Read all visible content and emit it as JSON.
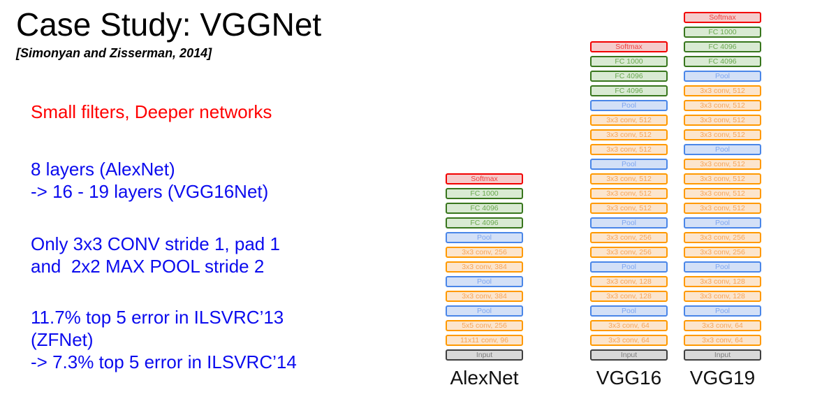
{
  "slide": {
    "title": "Case Study: VGGNet",
    "citation": "[Simonyan and Zisserman, 2014]",
    "notes": [
      {
        "color": "red",
        "lines": [
          "Small filters, Deeper networks"
        ]
      },
      {
        "color": "blue",
        "lines": [
          "8 layers (AlexNet)",
          "-> 16 - 19 layers (VGG16Net)"
        ]
      },
      {
        "color": "blue",
        "lines": [
          "Only 3x3 CONV stride 1, pad 1",
          "and  2x2 MAX POOL stride 2"
        ]
      },
      {
        "color": "blue",
        "lines": [
          "11.7% top 5 error in ILSVRC’13",
          "(ZFNet)",
          "-> 7.3% top 5 error in ILSVRC’14"
        ]
      }
    ]
  },
  "networks": [
    {
      "name": "AlexNet",
      "layers": [
        {
          "label": "Softmax",
          "type": "softmax"
        },
        {
          "label": "FC 1000",
          "type": "fc"
        },
        {
          "label": "FC 4096",
          "type": "fc"
        },
        {
          "label": "FC 4096",
          "type": "fc"
        },
        {
          "label": "Pool",
          "type": "pool"
        },
        {
          "label": "3x3 conv, 256",
          "type": "conv"
        },
        {
          "label": "3x3 conv, 384",
          "type": "conv"
        },
        {
          "label": "Pool",
          "type": "pool"
        },
        {
          "label": "3x3 conv, 384",
          "type": "conv"
        },
        {
          "label": "Pool",
          "type": "pool"
        },
        {
          "label": "5x5 conv, 256",
          "type": "conv"
        },
        {
          "label": "11x11 conv, 96",
          "type": "conv"
        },
        {
          "label": "Input",
          "type": "input"
        }
      ]
    },
    {
      "name": "VGG16",
      "layers": [
        {
          "label": "Softmax",
          "type": "softmax"
        },
        {
          "label": "FC 1000",
          "type": "fc"
        },
        {
          "label": "FC 4096",
          "type": "fc"
        },
        {
          "label": "FC 4096",
          "type": "fc"
        },
        {
          "label": "Pool",
          "type": "pool"
        },
        {
          "label": "3x3 conv, 512",
          "type": "conv"
        },
        {
          "label": "3x3 conv, 512",
          "type": "conv"
        },
        {
          "label": "3x3 conv, 512",
          "type": "conv"
        },
        {
          "label": "Pool",
          "type": "pool"
        },
        {
          "label": "3x3 conv, 512",
          "type": "conv"
        },
        {
          "label": "3x3 conv, 512",
          "type": "conv"
        },
        {
          "label": "3x3 conv, 512",
          "type": "conv"
        },
        {
          "label": "Pool",
          "type": "pool"
        },
        {
          "label": "3x3 conv, 256",
          "type": "conv"
        },
        {
          "label": "3x3 conv, 256",
          "type": "conv"
        },
        {
          "label": "Pool",
          "type": "pool"
        },
        {
          "label": "3x3 conv, 128",
          "type": "conv"
        },
        {
          "label": "3x3 conv, 128",
          "type": "conv"
        },
        {
          "label": "Pool",
          "type": "pool"
        },
        {
          "label": "3x3 conv, 64",
          "type": "conv"
        },
        {
          "label": "3x3 conv, 64",
          "type": "conv"
        },
        {
          "label": "Input",
          "type": "input"
        }
      ]
    },
    {
      "name": "VGG19",
      "layers": [
        {
          "label": "Softmax",
          "type": "softmax"
        },
        {
          "label": "FC 1000",
          "type": "fc"
        },
        {
          "label": "FC 4096",
          "type": "fc"
        },
        {
          "label": "FC 4096",
          "type": "fc"
        },
        {
          "label": "Pool",
          "type": "pool"
        },
        {
          "label": "3x3 conv, 512",
          "type": "conv"
        },
        {
          "label": "3x3 conv, 512",
          "type": "conv"
        },
        {
          "label": "3x3 conv, 512",
          "type": "conv"
        },
        {
          "label": "3x3 conv, 512",
          "type": "conv"
        },
        {
          "label": "Pool",
          "type": "pool"
        },
        {
          "label": "3x3 conv, 512",
          "type": "conv"
        },
        {
          "label": "3x3 conv, 512",
          "type": "conv"
        },
        {
          "label": "3x3 conv, 512",
          "type": "conv"
        },
        {
          "label": "3x3 conv, 512",
          "type": "conv"
        },
        {
          "label": "Pool",
          "type": "pool"
        },
        {
          "label": "3x3 conv, 256",
          "type": "conv"
        },
        {
          "label": "3x3 conv, 256",
          "type": "conv"
        },
        {
          "label": "Pool",
          "type": "pool"
        },
        {
          "label": "3x3 conv, 128",
          "type": "conv"
        },
        {
          "label": "3x3 conv, 128",
          "type": "conv"
        },
        {
          "label": "Pool",
          "type": "pool"
        },
        {
          "label": "3x3 conv, 64",
          "type": "conv"
        },
        {
          "label": "3x3 conv, 64",
          "type": "conv"
        },
        {
          "label": "Input",
          "type": "input"
        }
      ]
    }
  ],
  "palette": {
    "softmax": {
      "border": "#f20000",
      "fill": "#f4cccc",
      "text": "#ef4040"
    },
    "fc": {
      "border": "#38761d",
      "fill": "#d9ead3",
      "text": "#6aa84f"
    },
    "pool": {
      "border": "#4a86e8",
      "fill": "#d3e0f7",
      "text": "#7ea6f0"
    },
    "conv": {
      "border": "#ff9900",
      "fill": "#fce5cd",
      "text": "#f6a558"
    },
    "input": {
      "border": "#3f3f3f",
      "fill": "#d9d9d9",
      "text": "#7d7d7d"
    },
    "text_colors": {
      "red": "#ff0000",
      "blue": "#0b0bee",
      "black": "#000000"
    }
  }
}
